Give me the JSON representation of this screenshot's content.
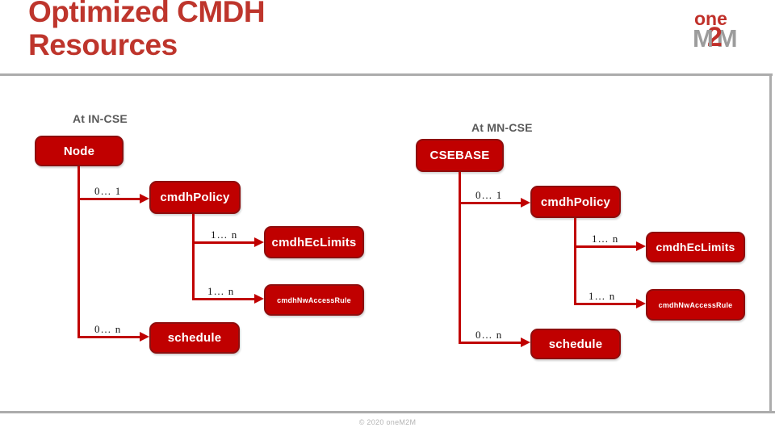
{
  "slide": {
    "title": "Optimized CMDH Resources",
    "footer": "© 2020 oneM2M"
  },
  "logo": {
    "one": "one",
    "m_left": "M",
    "two": "2",
    "m_right": "M"
  },
  "colors": {
    "box_red": "#c00000",
    "box_border_red": "#8e0e0e",
    "title_red": "#be352c",
    "heading_gray": "#595959",
    "frame_gray": "#acacac",
    "logo_gray": "#9c9c9c"
  },
  "diagrams": {
    "left": {
      "heading": "At IN-CSE",
      "root": "Node",
      "children": [
        {
          "label": "cmdhPolicy",
          "cardinality": "0… 1",
          "children": [
            {
              "label": "cmdhEcLimits",
              "cardinality": "1… n"
            },
            {
              "label": "cmdhNwAccessRule",
              "cardinality": "1… n"
            }
          ]
        },
        {
          "label": "schedule",
          "cardinality": "0… n"
        }
      ]
    },
    "right": {
      "heading": "At MN-CSE",
      "root": "CSEBASE",
      "children": [
        {
          "label": "cmdhPolicy",
          "cardinality": "0… 1",
          "children": [
            {
              "label": "cmdhEcLimits",
              "cardinality": "1… n"
            },
            {
              "label": "cmdhNwAccessRule",
              "cardinality": "1… n"
            }
          ]
        },
        {
          "label": "schedule",
          "cardinality": "0… n"
        }
      ]
    }
  }
}
